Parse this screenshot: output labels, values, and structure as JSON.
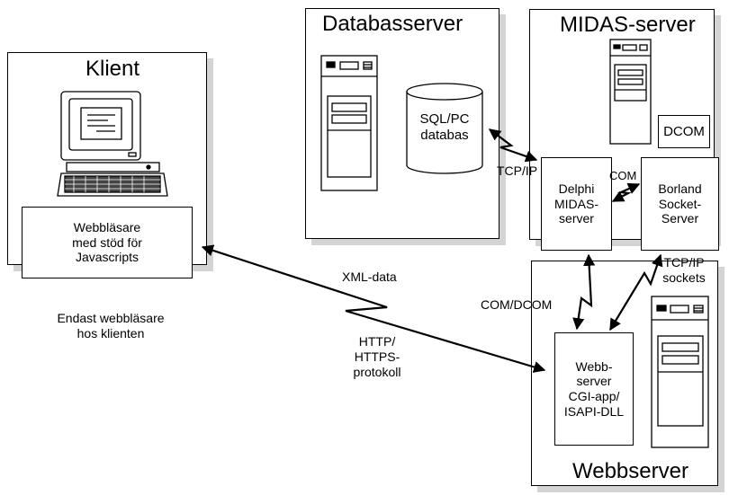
{
  "klient": {
    "title": "Klient",
    "browser": "Webbläsare\nmed stöd för\nJavascripts"
  },
  "databas": {
    "title": "Databasserver",
    "db": "SQL/PC\ndatabas"
  },
  "midas": {
    "title": "MIDAS-server",
    "dcom": "DCOM",
    "delphi": "Delphi\nMIDAS-\nserver",
    "borland": "Borland\nSocket-\nServer"
  },
  "webb": {
    "title": "Webbserver",
    "app": "Webb-\nserver\nCGI-app/\nISAPI-DLL"
  },
  "labels": {
    "tcpip_db": "TCP/IP",
    "com": "COM",
    "com_dcom": "COM/DCOM",
    "tcpip_sockets": "TCP/IP\nsockets",
    "xml": "XML-data",
    "http": "HTTP/\nHTTPS-\nprotokoll",
    "endast": "Endast webbläsare\nhos klienten"
  }
}
